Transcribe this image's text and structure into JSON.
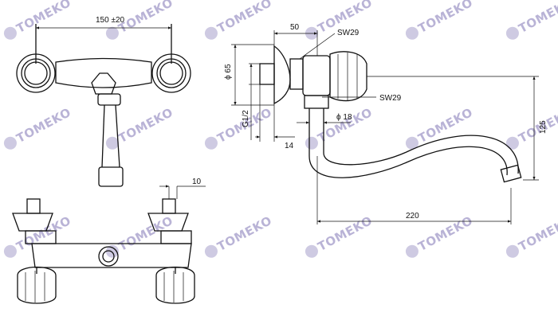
{
  "watermark": {
    "text": "TOMEKO",
    "color": "#b9b3d6"
  },
  "dimensions": {
    "spacing": "150 ±20",
    "nut_height": "10",
    "flange_depth": "50",
    "wrench_top": "SW29",
    "wrench_bottom": "SW29",
    "flange_diameter": "ϕ 65",
    "thread": "G1/2",
    "thread_length": "14",
    "spout_diameter": "ϕ 18",
    "spout_reach": "220",
    "spout_height": "125"
  }
}
